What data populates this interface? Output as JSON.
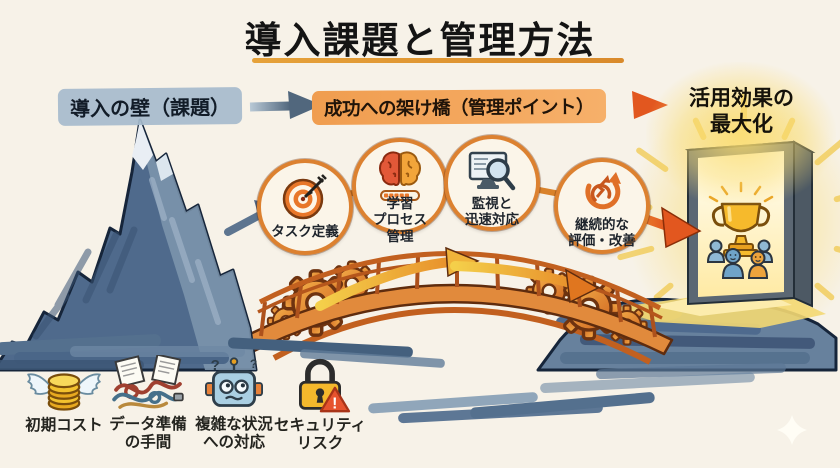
{
  "title": {
    "text": "導入課題と管理方法"
  },
  "flow": {
    "problem": "導入の壁（課題）",
    "bridge": "成功への架け橋（管理ポイント）",
    "goal_line1": "活用効果の",
    "goal_line2": "最大化"
  },
  "management_points": [
    {
      "icon": "target-icon",
      "lines": [
        "タスク定義"
      ]
    },
    {
      "icon": "brain-icon",
      "lines": [
        "学習",
        "プロセス",
        "管理"
      ]
    },
    {
      "icon": "monitor-icon",
      "lines": [
        "監視と",
        "迅速対応"
      ]
    },
    {
      "icon": "cycle-icon",
      "lines": [
        "継続的な",
        "評価・改善"
      ]
    }
  ],
  "challenges": [
    {
      "icon": "winged-coins-icon",
      "lines": [
        "初期コスト"
      ]
    },
    {
      "icon": "tangled-wires-icon",
      "lines": [
        "データ準備",
        "の手間"
      ]
    },
    {
      "icon": "robot-icon",
      "lines": [
        "複雑な状況",
        "への対応"
      ]
    },
    {
      "icon": "lock-warning-icon",
      "lines": [
        "セキュリティ",
        "リスク"
      ]
    }
  ],
  "icon_glyphs": {
    "robot_question_left": "?",
    "robot_question_right": "?",
    "warning_exclamation": "!"
  },
  "colors": {
    "background": "#f7f2e8",
    "accent_orange": "#e8772a",
    "accent_slate": "#5d7590",
    "highlight_blue": "#a6bbcc",
    "highlight_orange": "#f09d4f",
    "glow_yellow": "#f7dc8a"
  }
}
